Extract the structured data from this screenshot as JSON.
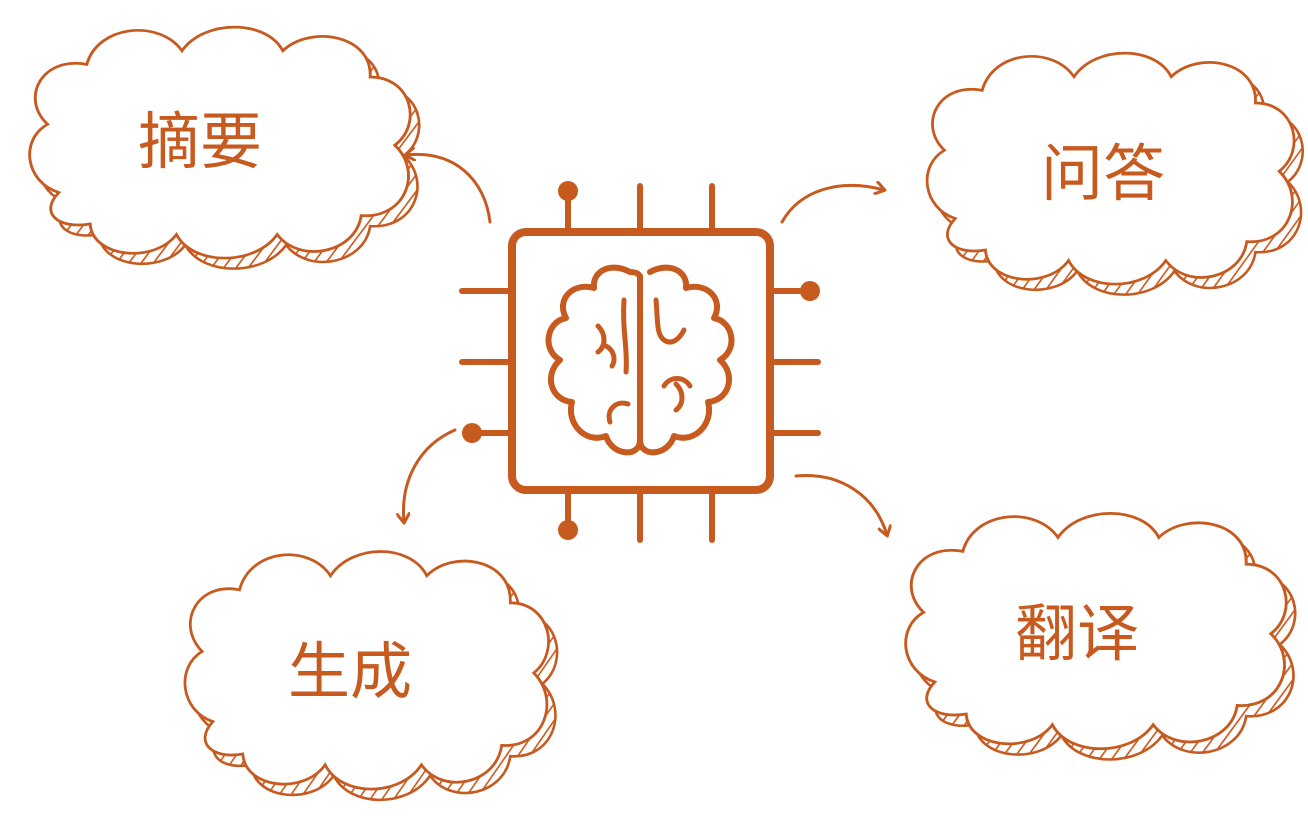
{
  "diagram": {
    "accent_color": "#c75a1f",
    "background_color": "#ffffff",
    "center": {
      "icon": "brain-chip-icon"
    },
    "nodes": [
      {
        "id": "summary",
        "label": "摘要"
      },
      {
        "id": "qa",
        "label": "问答"
      },
      {
        "id": "generation",
        "label": "生成"
      },
      {
        "id": "translation",
        "label": "翻译"
      }
    ]
  }
}
